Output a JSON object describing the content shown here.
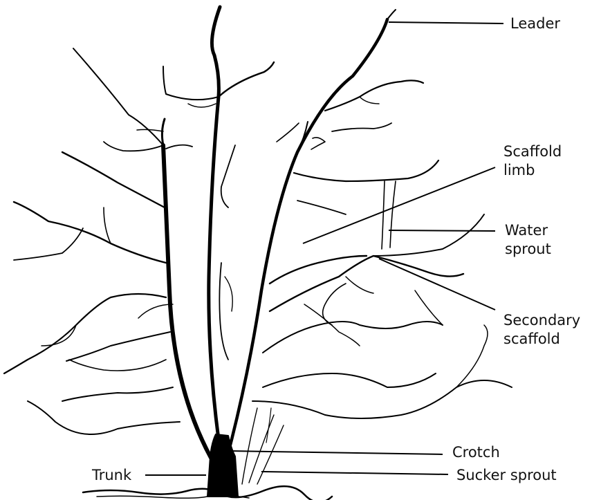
{
  "diagram": {
    "labels": {
      "leader": "Leader",
      "scaffold_limb": [
        "Scaffold",
        "limb"
      ],
      "water_sprout": [
        "Water",
        "sprout"
      ],
      "secondary_scaffold": [
        "Secondary",
        "scaffold"
      ],
      "crotch": "Crotch",
      "trunk": "Trunk",
      "sucker_sprout": "Sucker sprout"
    }
  }
}
